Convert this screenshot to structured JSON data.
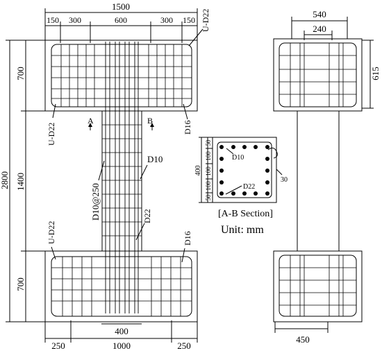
{
  "elevation": {
    "top_dims": [
      "150",
      "300",
      "600",
      "300",
      "150"
    ],
    "top_total": "1500",
    "bottom_dims": [
      "250",
      "1000",
      "250"
    ],
    "bottom_inner": "400",
    "left_total": "2800",
    "left_parts": [
      "700",
      "1400",
      "700"
    ],
    "labels": {
      "u_d22_top_right": "U-D22",
      "u_d22_top_left": "U-D22",
      "u_d22_bottom_left": "U-D22",
      "d16_top": "D16",
      "d16_bottom": "D16",
      "d10": "D10",
      "d10_spacing": "D10@250",
      "d22": "D22",
      "section_a": "A",
      "section_b": "B"
    }
  },
  "section": {
    "title": "[A-B Section]",
    "unit": "Unit: mm",
    "left_dims": [
      "50",
      "100",
      "100",
      "100",
      "50"
    ],
    "left_total": "400",
    "d10": "D10",
    "d22": "D22",
    "cover": "30"
  },
  "side": {
    "top_width": "540",
    "top_inner": "240",
    "height": "615",
    "bottom_width": "450"
  }
}
